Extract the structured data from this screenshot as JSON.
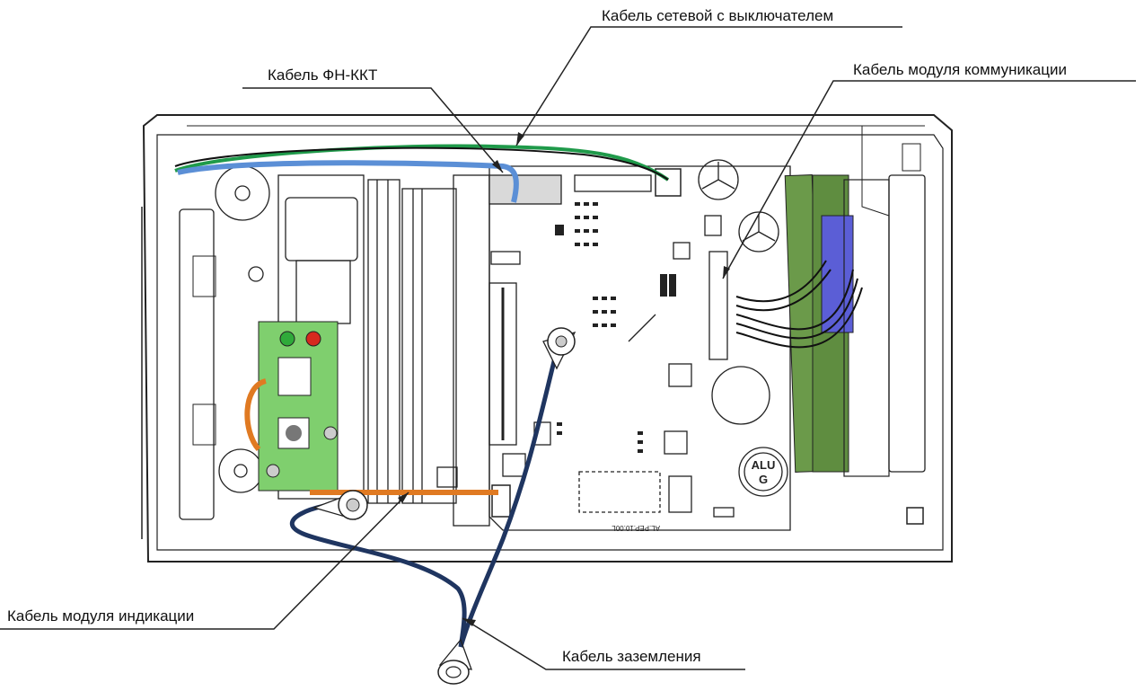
{
  "labels": {
    "power_cable": "Кабель сетевой с выключателем",
    "fn_cable": "Кабель ФН-ККТ",
    "comm_cable": "Кабель модуля коммуникации",
    "indication_cable": "Кабель модуля индикации",
    "ground_cable": "Кабель заземления"
  },
  "board_marks": {
    "inductor": "ALU\nG",
    "pcb_id": "AL.PEP.10.00L"
  },
  "colors": {
    "power_cable": "#1f9a4a",
    "fn_cable": "#5b8fd6",
    "indication_cable": "#e07a22",
    "ground_cable": "#1f3560",
    "comm_module": "#6b9a4a",
    "comm_chip": "#5b5ed6",
    "indication_board": "#7fcf6e",
    "led_green": "#2faa3a",
    "led_red": "#d62a1e"
  }
}
